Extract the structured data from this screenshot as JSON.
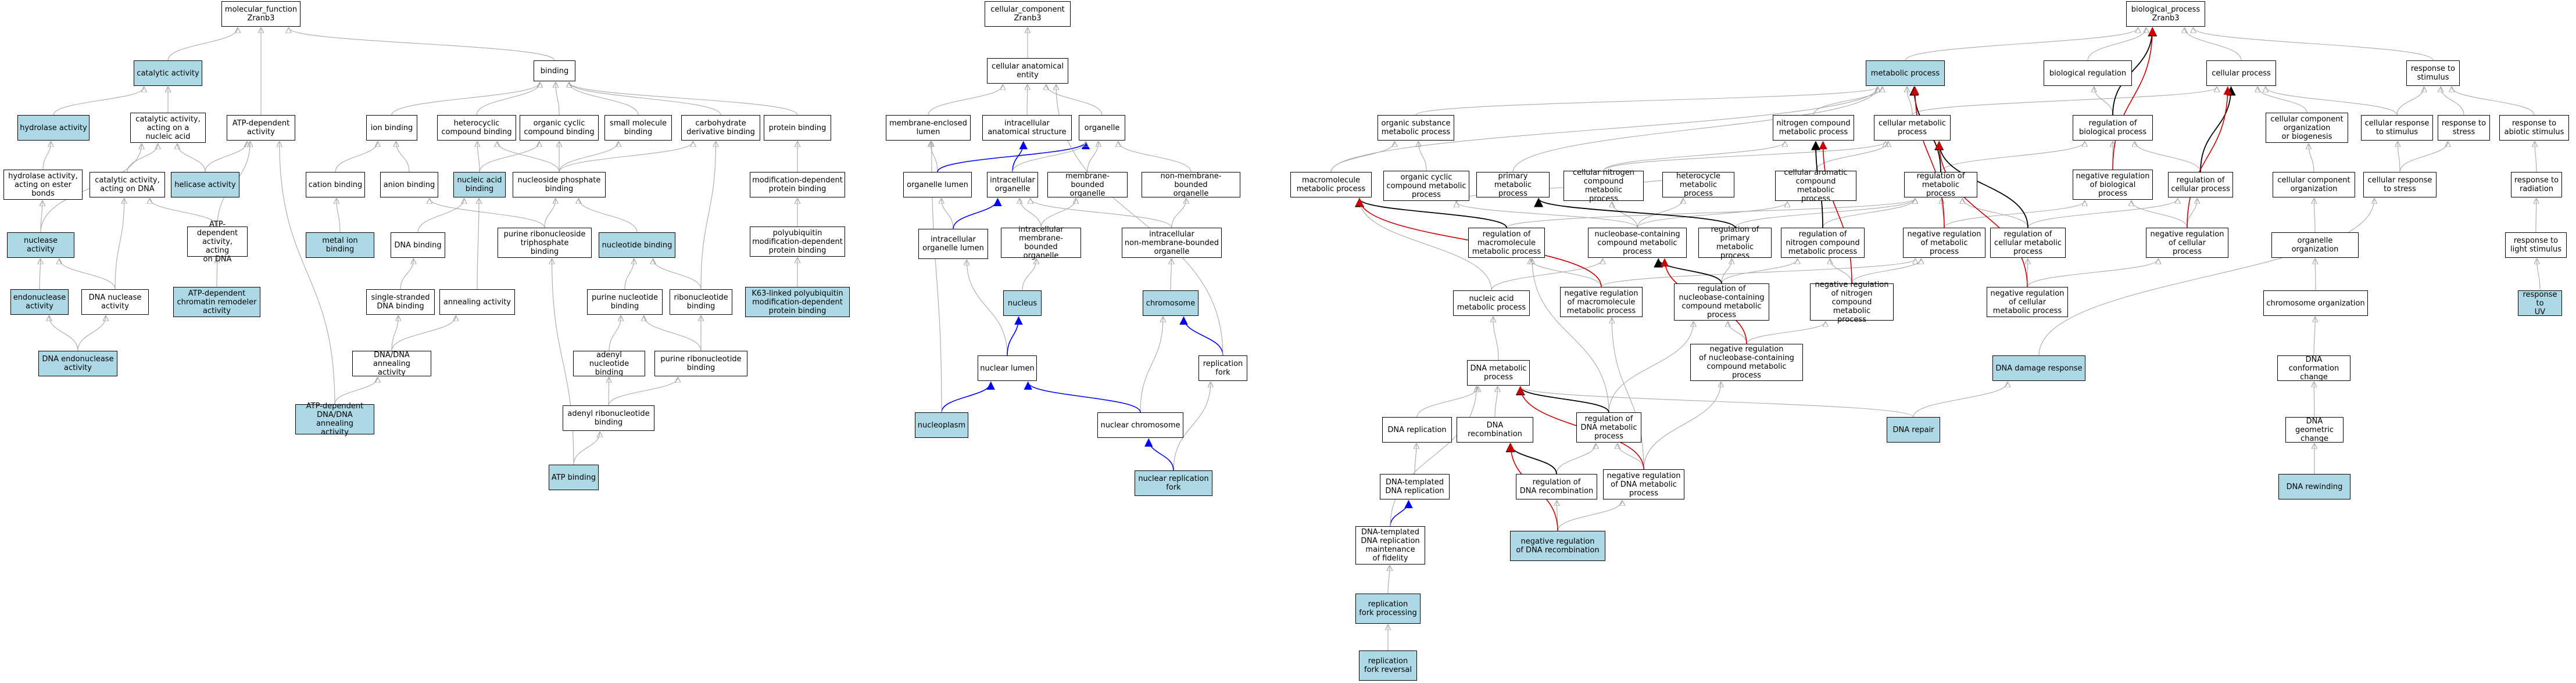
{
  "colors": {
    "edge_gray": "#a9a9a9",
    "edge_blue": "#0000ff",
    "edge_red": "#cc0000",
    "edge_black": "#000000",
    "highlight": "#add8e6"
  },
  "nodes": {
    "mf_root": "molecular_function\nZranb3",
    "catalytic": "catalytic activity",
    "binding": "binding",
    "hydrolase": "hydrolase activity",
    "cat_nucleic": "catalytic activity,\nacting on a\nnucleic acid",
    "atp_dep": "ATP-dependent\nactivity",
    "ion_binding": "ion binding",
    "heterocyclic": "heterocyclic\ncompound binding",
    "org_cyclic": "organic cyclic\ncompound binding",
    "small_mol": "small molecule\nbinding",
    "carbohydrate": "carbohydrate\nderivative binding",
    "protein_binding": "protein binding",
    "hydro_ester": "hydrolase activity,\nacting on ester\nbonds",
    "cat_dna": "catalytic activity,\nacting on DNA",
    "helicase": "helicase activity",
    "cation": "cation binding",
    "anion": "anion binding",
    "nucleic_acid": "nucleic acid\nbinding",
    "nucleoside_phos": "nucleoside phosphate\nbinding",
    "mod_dep": "modification-dependent\nprotein binding",
    "nuclease": "nuclease activity",
    "atp_dep_dna": "ATP-dependent\nactivity, acting\non DNA",
    "metal_ion": "metal ion binding",
    "dna_binding": "DNA binding",
    "purine_ribo_tri": "purine ribonucleoside\ntriphosphate\nbinding",
    "nucleotide": "nucleotide binding",
    "polyub": "polyubiquitin\nmodification-dependent\nprotein binding",
    "endonuclease": "endonuclease\nactivity",
    "dna_nuclease": "DNA nuclease\nactivity",
    "atp_chromatin": "ATP-dependent\nchromatin remodeler\nactivity",
    "ss_dna": "single-stranded\nDNA binding",
    "annealing": "annealing activity",
    "purine_nucleotide": "purine nucleotide\nbinding",
    "ribonucleotide": "ribonucleotide\nbinding",
    "k63": "K63-linked polyubiquitin\nmodification-dependent\nprotein binding",
    "dna_endonuclease": "DNA endonuclease\nactivity",
    "dna_annealing": "DNA/DNA annealing\nactivity",
    "adenyl_nucleotide": "adenyl nucleotide\nbinding",
    "purine_ribonucleotide": "purine ribonucleotide\nbinding",
    "atp_dna_annealing": "ATP-dependent\nDNA/DNA annealing\nactivity",
    "adenyl_ribo": "adenyl ribonucleotide\nbinding",
    "atp_binding": "ATP binding",
    "cc_root": "cellular_component\nZranb3",
    "cell_anat": "cellular anatomical\nentity",
    "membrane_lumen": "membrane-enclosed\nlumen",
    "intracell_anat": "intracellular\nanatomical structure",
    "organelle": "organelle",
    "organelle_lumen": "organelle lumen",
    "intracell_org": "intracellular\norganelle",
    "membrane_bounded": "membrane-bounded\norganelle",
    "non_membrane": "non-membrane-bounded\norganelle",
    "intracell_org_lumen": "intracellular\norganelle lumen",
    "intracell_membrane": "intracellular\nmembrane-bounded\norganelle",
    "intracell_non_membrane": "intracellular\nnon-membrane-bounded\norganelle",
    "nucleus": "nucleus",
    "chromosome": "chromosome",
    "nuclear_lumen": "nuclear lumen",
    "rep_fork": "replication\nfork",
    "nucleoplasm": "nucleoplasm",
    "nuclear_chromosome": "nuclear chromosome",
    "nuclear_rep_fork": "nuclear replication\nfork",
    "bp_root": "biological_process\nZranb3",
    "metabolic": "metabolic process",
    "bio_reg": "biological regulation",
    "cellular_process": "cellular process",
    "response_stim": "response to\nstimulus",
    "org_substance": "organic substance\nmetabolic process",
    "nitrogen_comp": "nitrogen compound\nmetabolic process",
    "cell_metabolic": "cellular metabolic\nprocess",
    "reg_bio": "regulation of\nbiological process",
    "cell_comp_org_bio": "cellular component\norganization\nor biogenesis",
    "cell_resp_stim": "cellular response\nto stimulus",
    "resp_stress": "response to\nstress",
    "resp_abiotic": "response to\nabiotic stimulus",
    "macromolecule": "macromolecule\nmetabolic process",
    "org_cyclic_met": "organic cyclic\ncompound metabolic\nprocess",
    "primary_met": "primary metabolic\nprocess",
    "cell_nitrogen": "cellular nitrogen\ncompound metabolic\nprocess",
    "heterocycle": "heterocycle\nmetabolic process",
    "cell_aromatic": "cellular aromatic\ncompound metabolic\nprocess",
    "reg_met": "regulation of\nmetabolic process",
    "neg_reg_bio": "negative regulation\nof biological\nprocess",
    "reg_cellular": "regulation of\ncellular process",
    "cell_comp_org": "cellular component\norganization",
    "cell_resp_stress": "cellular response\nto stress",
    "resp_radiation": "response to\nradiation",
    "reg_macro": "regulation of\nmacromolecule\nmetabolic process",
    "nucleobase": "nucleobase-containing\ncompound metabolic\nprocess",
    "reg_primary": "regulation of\nprimary metabolic\nprocess",
    "reg_nitrogen": "regulation of\nnitrogen compound\nmetabolic process",
    "neg_reg_met": "negative regulation\nof metabolic\nprocess",
    "reg_cell_met": "regulation of\ncellular metabolic\nprocess",
    "neg_reg_cellular": "negative regulation\nof cellular\nprocess",
    "organelle_org": "organelle organization",
    "resp_light": "response to\nlight stimulus",
    "nucleic_acid_met": "nucleic acid\nmetabolic process",
    "neg_reg_macro": "negative regulation\nof macromolecule\nmetabolic process",
    "reg_nucleobase": "regulation of\nnucleobase-containing\ncompound metabolic\nprocess",
    "neg_reg_nitrogen": "negative regulation\nof nitrogen\ncompound metabolic\nprocess",
    "neg_reg_cell_met": "negative regulation\nof cellular\nmetabolic process",
    "chromosome_org": "chromosome organization",
    "resp_uv": "response to\nUV",
    "neg_reg_nucleobase": "negative regulation\nof nucleobase-containing\ncompound metabolic\nprocess",
    "dna_damage": "DNA damage response",
    "dna_conformation": "DNA conformation\nchange",
    "dna_metabolic": "DNA metabolic\nprocess",
    "dna_replication": "DNA replication",
    "dna_recombination": "DNA recombination",
    "reg_dna_met": "regulation of\nDNA metabolic\nprocess",
    "dna_repair": "DNA repair",
    "dna_geometric": "DNA geometric\nchange",
    "dna_templated_rep": "DNA-templated\nDNA replication",
    "reg_dna_recomb": "regulation of\nDNA recombination",
    "neg_reg_dna_met": "negative regulation\nof DNA metabolic\nprocess",
    "dna_templated_fidelity": "DNA-templated\nDNA replication\nmaintenance\nof fidelity",
    "neg_reg_dna_recomb": "negative regulation\nof DNA recombination",
    "dna_rewinding": "DNA rewinding",
    "rep_fork_processing": "replication\nfork processing",
    "rep_fork_reversal": "replication\nfork reversal"
  }
}
